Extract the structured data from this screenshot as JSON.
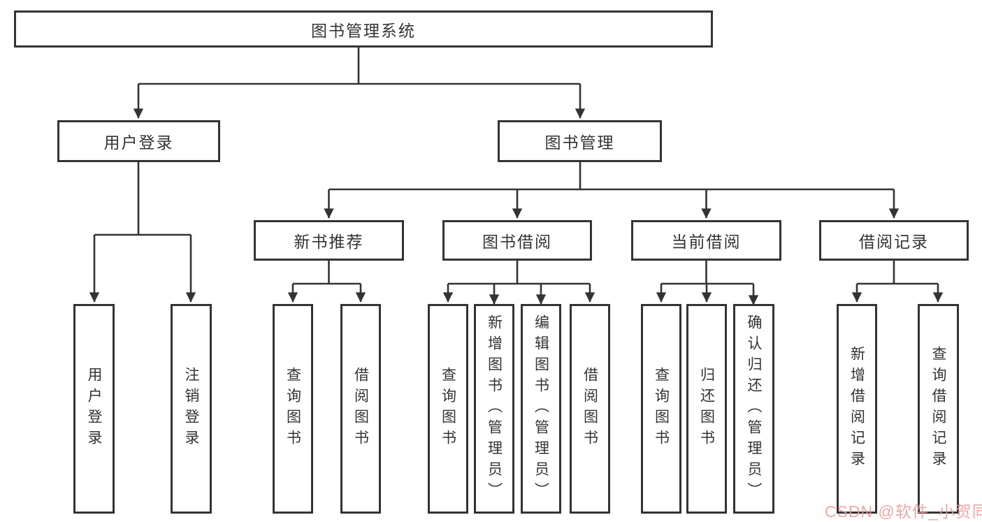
{
  "diagram_title": "图书管理系统",
  "nodes": {
    "root": "图书管理系统",
    "user_login": "用户登录",
    "book_mgmt": "图书管理",
    "new_book_rec": "新书推荐",
    "book_borrow": "图书借阅",
    "current_borrow": "当前借阅",
    "borrow_records": "借阅记录",
    "leaf_user_login": "用户登录",
    "leaf_logout": "注销登录",
    "rec_query_books": "查询图书",
    "rec_borrow_books": "借阅图书",
    "bb_query_books": "查询图书",
    "bb_add_books": "新增图书（管理员）",
    "bb_edit_books": "编辑图书（管理员）",
    "bb_borrow_books": "借阅图书",
    "cb_query_books": "查询图书",
    "cb_return_books": "归还图书",
    "cb_confirm_return": "确认归还（管理员）",
    "br_add_record": "新增借阅记录",
    "br_query_record": "查询借阅记录"
  },
  "watermark": {
    "text": "CSDN @软件_小贺同学"
  },
  "colors": {
    "line": "#333333",
    "border": "#333333",
    "text": "#333333",
    "background": "#ffffff",
    "watermark": "rgba(235,150,150,0.85)"
  }
}
